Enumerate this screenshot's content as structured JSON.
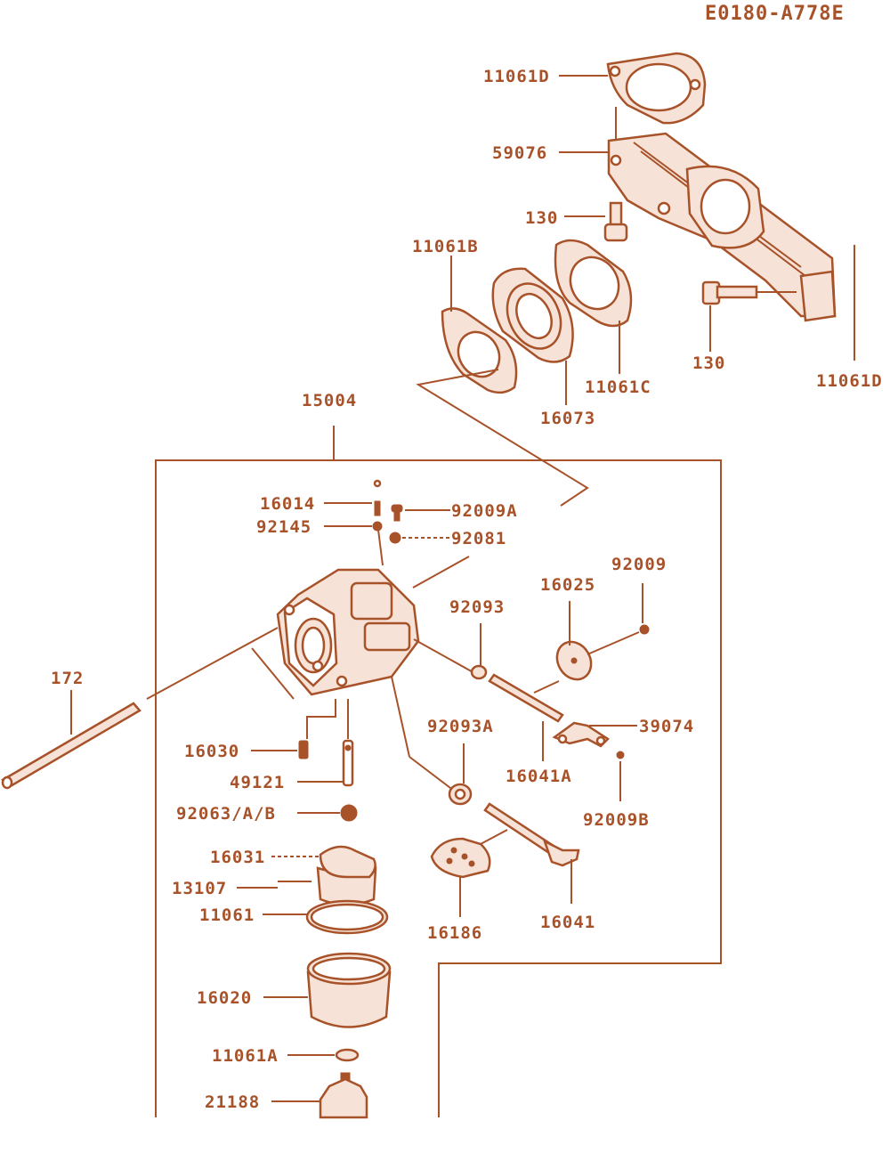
{
  "diagram_code": "E0180-A778E",
  "colors": {
    "ink": "#a8522a",
    "background": "#ffffff"
  },
  "parts": {
    "p11061D_top": "11061D",
    "p59076": "59076",
    "p130_top": "130",
    "p11061B": "11061B",
    "p130_right": "130",
    "p11061D_right": "11061D",
    "p11061C": "11061C",
    "p16073": "16073",
    "p15004": "15004",
    "p16014": "16014",
    "p92009A": "92009A",
    "p92145": "92145",
    "p92081": "92081",
    "p92009": "92009",
    "p16025": "16025",
    "p92093": "92093",
    "p172": "172",
    "p39074": "39074",
    "p92093A": "92093A",
    "p16030": "16030",
    "p16041A": "16041A",
    "p49121": "49121",
    "p92009B": "92009B",
    "p92063": "92063/A/B",
    "p16031": "16031",
    "p13107": "13107",
    "p11061": "11061",
    "p16186": "16186",
    "p16041": "16041",
    "p16020": "16020",
    "p11061A": "11061A",
    "p21188": "21188"
  }
}
